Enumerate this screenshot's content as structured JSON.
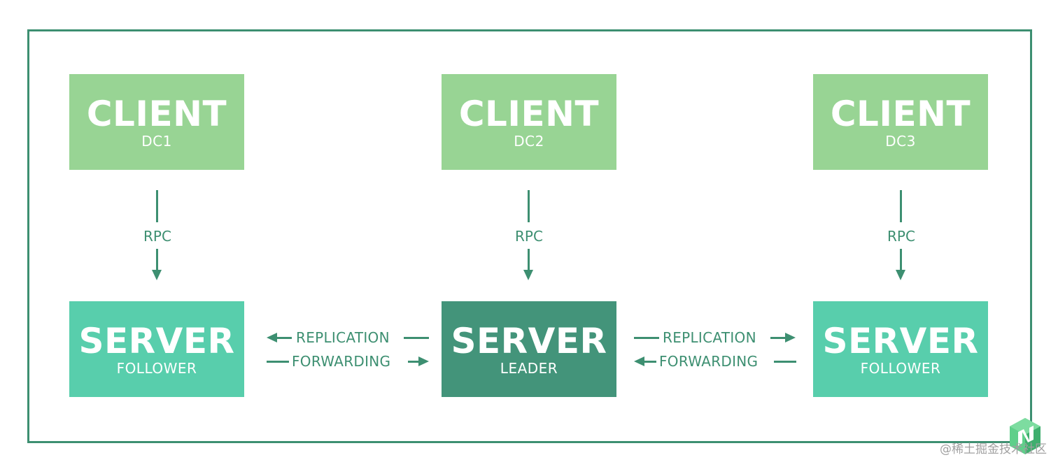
{
  "clients": [
    {
      "title": "CLIENT",
      "subtitle": "DC1"
    },
    {
      "title": "CLIENT",
      "subtitle": "DC2"
    },
    {
      "title": "CLIENT",
      "subtitle": "DC3"
    }
  ],
  "servers": [
    {
      "title": "SERVER",
      "subtitle": "FOLLOWER"
    },
    {
      "title": "SERVER",
      "subtitle": "LEADER"
    },
    {
      "title": "SERVER",
      "subtitle": "FOLLOWER"
    }
  ],
  "rpc_label": "RPC",
  "connections": {
    "replication": "REPLICATION",
    "forwarding": "FORWARDING"
  },
  "watermark": "@稀土掘金技术社区",
  "colors": {
    "frame": "#3d8f71",
    "client": "#98d494",
    "server_follower": "#58ceac",
    "server_leader": "#43947a",
    "arrow": "#3d8f71"
  },
  "icons": {
    "logo": "nomad-logo-icon"
  }
}
